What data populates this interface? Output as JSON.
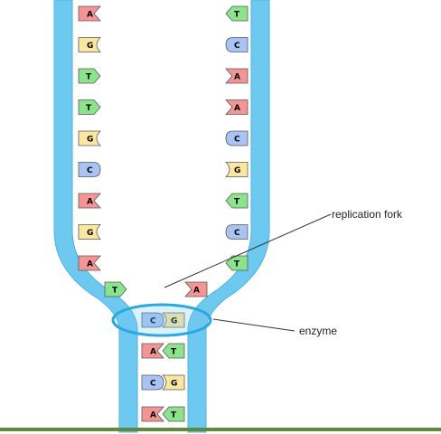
{
  "labels": {
    "replication_fork": "replication fork",
    "enzyme": "enzyme"
  },
  "colors": {
    "strand": "#6ec9f0",
    "strand_edge": "#4ab3e2",
    "enzyme_ring": "#2aa9e0",
    "ground": "#5f8a3c",
    "A": "#f49494",
    "T": "#8be48b",
    "G": "#fce7a0",
    "C": "#a9c3f4"
  },
  "left_strand_bases": [
    "A",
    "G",
    "T",
    "T",
    "G",
    "C",
    "A",
    "G",
    "A"
  ],
  "right_strand_bases": [
    "T",
    "C",
    "A",
    "A",
    "C",
    "G",
    "T",
    "C",
    "T"
  ],
  "fork_bases": {
    "left": "T",
    "right": "A"
  },
  "enzyme_pair": [
    "C",
    "G"
  ],
  "paired_bases": [
    [
      "A",
      "T"
    ],
    [
      "C",
      "G"
    ],
    [
      "A",
      "T"
    ]
  ]
}
